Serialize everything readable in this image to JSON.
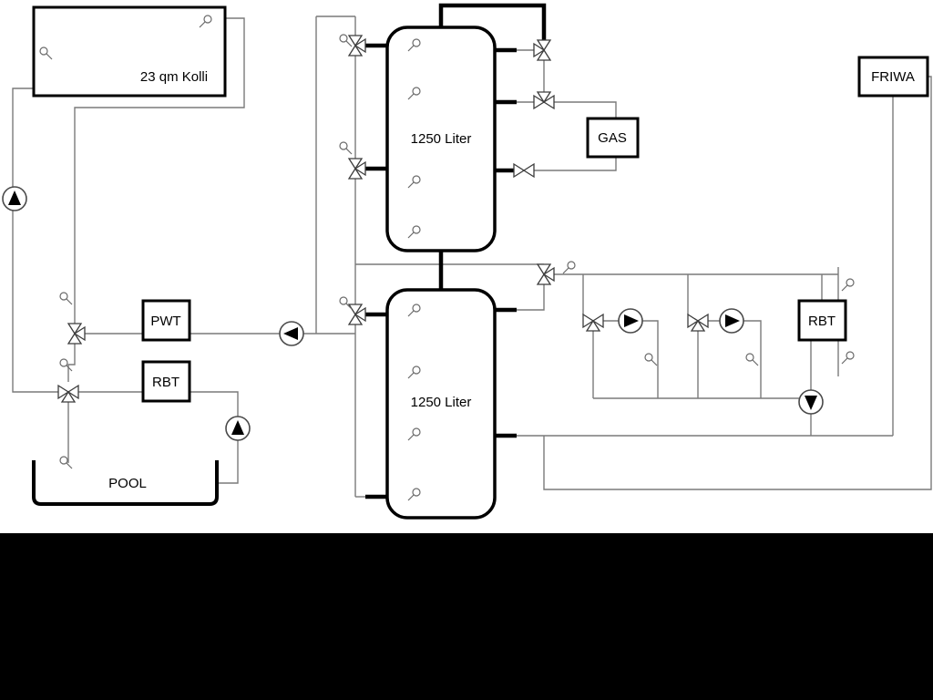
{
  "diagram": {
    "collector": {
      "label": "23 qm Kolli"
    },
    "tanks": {
      "top": "1250 Liter",
      "bottom": "1250 Liter"
    },
    "boxes": {
      "gas": "GAS",
      "friwa": "FRIWA",
      "pwt": "PWT",
      "rbt_left": "RBT",
      "rbt_right": "RBT"
    },
    "pool": {
      "label": "POOL"
    }
  },
  "colors": {
    "background": "#ffffff",
    "letterbox": "#000000",
    "pipe_gray": "#7a7a7a",
    "component_border": "#000000",
    "pump_triangle": "#000000"
  }
}
